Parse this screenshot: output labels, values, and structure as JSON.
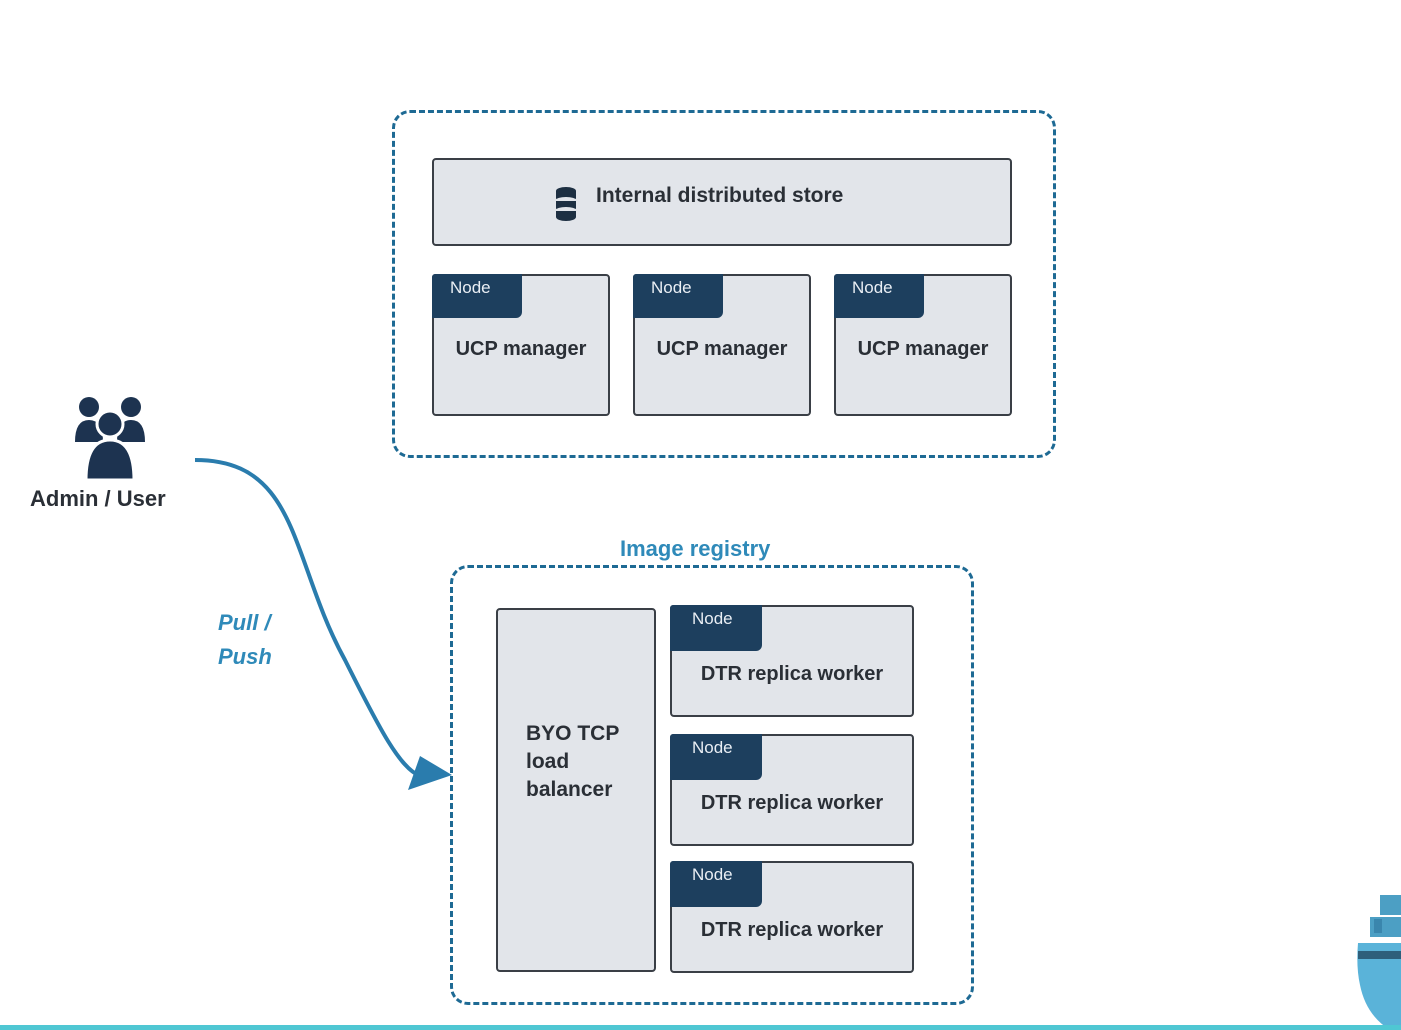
{
  "store": {
    "label": "Internal distributed store",
    "icon": "database-icon"
  },
  "managers": [
    {
      "tab": "Node",
      "label": "UCP manager"
    },
    {
      "tab": "Node",
      "label": "UCP manager"
    },
    {
      "tab": "Node",
      "label": "UCP manager"
    }
  ],
  "user": {
    "label": "Admin / User",
    "icon": "users-group-icon"
  },
  "flow": {
    "line1": "Pull /",
    "line2": "Push"
  },
  "registry": {
    "title": "Image registry",
    "load_balancer": {
      "line1": "BYO TCP",
      "line2": "load",
      "line3": "balancer"
    },
    "workers": [
      {
        "tab": "Node",
        "label": "DTR replica worker"
      },
      {
        "tab": "Node",
        "label": "DTR replica worker"
      },
      {
        "tab": "Node",
        "label": "DTR replica worker"
      }
    ]
  },
  "colors": {
    "dash": "#1e6a94",
    "node_tab": "#1d3f5e",
    "box_fill": "#e2e5ea",
    "accent_text": "#2f8ab9",
    "bottom_bar": "#4fc7d3"
  }
}
